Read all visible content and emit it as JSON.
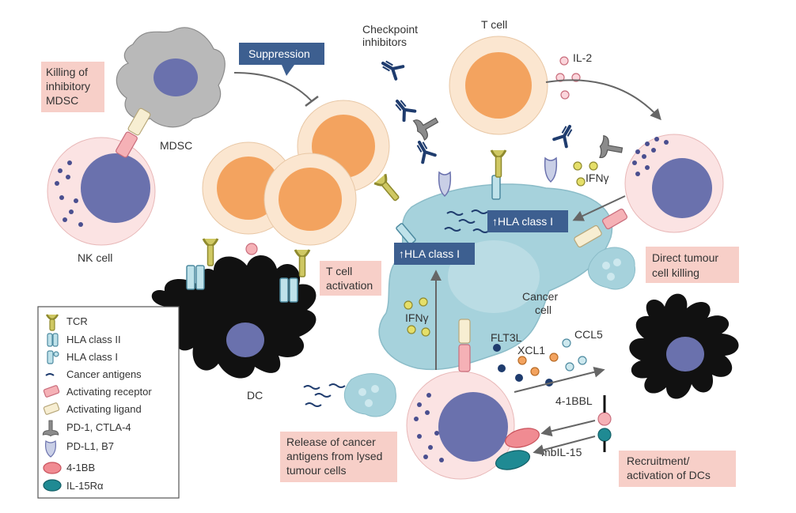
{
  "colors": {
    "cell_outer": "#fbe6d0",
    "cell_inner": "#f3a35f",
    "nk_outer": "#fbe3e3",
    "nucleus": "#6a71ad",
    "cancer": "#a6d2dc",
    "dc": "#111111",
    "mdsc": "#b9b9b9",
    "pink_box": "#f7cfc8",
    "blue_box": "#3d5f90",
    "antibody": "#1f3c6e",
    "arrow": "#666666"
  },
  "labels": {
    "checkpoint": [
      "Checkpoint",
      "inhibitors"
    ],
    "t_cell": "T cell",
    "il2": "IL-2",
    "mdsc": "MDSC",
    "nk_cell_top": "NK cell",
    "ifng_right": "IFNγ",
    "ifng_left": "IFNγ",
    "cancer_cell": [
      "Cancer",
      "cell"
    ],
    "flt3l": "FLT3L",
    "xcl1": "XCL1",
    "ccl5": "CCL5",
    "dc": "DC",
    "fourbbl": "4-1BBL",
    "mbil15": "mbIL-15"
  },
  "boxes": {
    "suppression": "Suppression",
    "killing": [
      "Killing of",
      "inhibitory",
      "MDSC"
    ],
    "t_activation": [
      "T cell",
      "activation"
    ],
    "direct_killing": [
      "Direct tumour",
      "cell killing"
    ],
    "release": [
      "Release of cancer",
      "antigens from lysed",
      "tumour cells"
    ],
    "recruitment": [
      "Recruitment/",
      "activation of DCs"
    ],
    "hla_up_right": "↑HLA class I",
    "hla_up_center": "↑HLA class I"
  },
  "legend": [
    {
      "icon": "tcr-icon",
      "label": "TCR"
    },
    {
      "icon": "hla-class-ii-icon",
      "label": "HLA class II"
    },
    {
      "icon": "hla-class-i-icon",
      "label": "HLA class I"
    },
    {
      "icon": "cancer-antigen-icon",
      "label": "Cancer antigens"
    },
    {
      "icon": "activating-receptor-icon",
      "label": "Activating receptor"
    },
    {
      "icon": "activating-ligand-icon",
      "label": "Activating ligand"
    },
    {
      "icon": "pd1-ctla4-icon",
      "label": "PD-1, CTLA-4"
    },
    {
      "icon": "pdl1-b7-icon",
      "label": "PD-L1, B7"
    },
    {
      "icon": "4-1bb-icon",
      "label": "4-1BB"
    },
    {
      "icon": "il15ra-icon",
      "label": "IL-15Rα"
    }
  ]
}
